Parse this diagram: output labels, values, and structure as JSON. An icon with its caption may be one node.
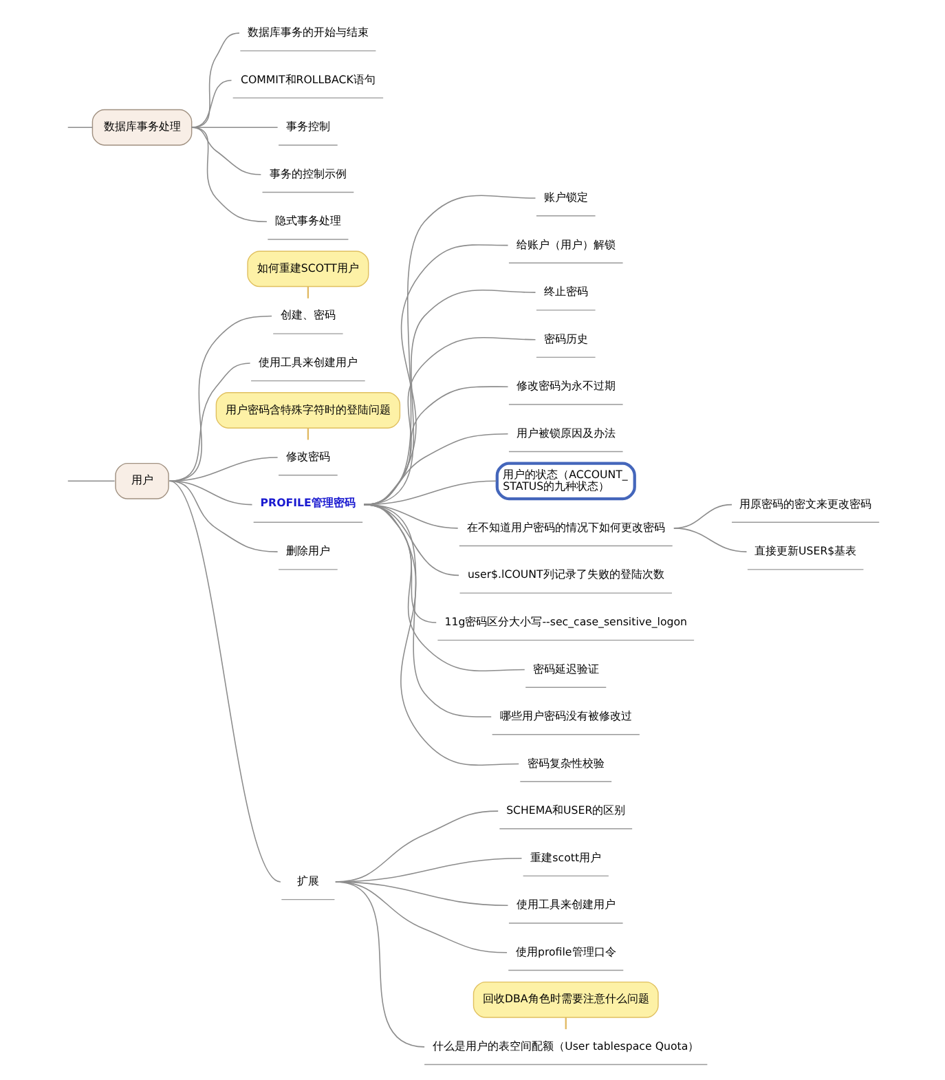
{
  "diagram": {
    "nodes": [
      {
        "text": [
          "数据库事务处理"
        ]
      },
      {
        "text": [
          "数据库事务的开始与结束"
        ]
      },
      {
        "text": [
          "COMMIT和ROLLBACK语句"
        ]
      },
      {
        "text": [
          "事务控制"
        ]
      },
      {
        "text": [
          "事务的控制示例"
        ]
      },
      {
        "text": [
          "隐式事务处理"
        ]
      },
      {
        "text": [
          "用户"
        ]
      },
      {
        "text": [
          "如何重建SCOTT用户"
        ]
      },
      {
        "text": [
          "创建、密码"
        ]
      },
      {
        "text": [
          "使用工具来创建用户"
        ]
      },
      {
        "text": [
          "用户密码含特殊字符时的登陆问题"
        ]
      },
      {
        "text": [
          "修改密码"
        ]
      },
      {
        "text": [
          "PROFILE管理密码"
        ]
      },
      {
        "text": [
          "账户锁定"
        ]
      },
      {
        "text": [
          "给账户（用户）解锁"
        ]
      },
      {
        "text": [
          "终止密码"
        ]
      },
      {
        "text": [
          "密码历史"
        ]
      },
      {
        "text": [
          "修改密码为永不过期"
        ]
      },
      {
        "text": [
          "用户被锁原因及办法"
        ]
      },
      {
        "text": [
          "用户的状态（ACCOUNT_STATUS的九种状态）"
        ]
      },
      {
        "text": [
          "在不知道用户密码的情况下如何更改密码"
        ]
      },
      {
        "text": [
          "用原密码的密文来更改密码"
        ]
      },
      {
        "text": [
          "直接更新USER$基表"
        ]
      },
      {
        "text": [
          "user$.lCOUNT列记录了失败的登陆次数"
        ]
      },
      {
        "text": [
          "11g密码区分大小写--sec_case_sensitive_logon"
        ]
      },
      {
        "text": [
          "密码延迟验证"
        ]
      },
      {
        "text": [
          "哪些用户密码没有被修改过"
        ]
      },
      {
        "text": [
          "密码复杂性校验"
        ]
      },
      {
        "text": [
          "删除用户"
        ]
      },
      {
        "text": [
          "扩展"
        ]
      },
      {
        "text": [
          "SCHEMA和USER的区别"
        ]
      },
      {
        "text": [
          "重建scott用户"
        ]
      },
      {
        "text": [
          "使用工具来创建用户"
        ]
      },
      {
        "text": [
          "使用profile管理口令"
        ]
      },
      {
        "text": [
          "回收DBA角色时需要注意什么问题"
        ]
      },
      {
        "text": [
          "什么是用户的表空间配额（User tablespace Quota）"
        ]
      }
    ],
    "edges": [
      {
        "from": null,
        "to": 0,
        "arrow": "none"
      },
      {
        "from": 0,
        "to": 1,
        "arrow": "none"
      },
      {
        "from": 0,
        "to": 2,
        "arrow": "none"
      },
      {
        "from": 0,
        "to": 3,
        "arrow": "none"
      },
      {
        "from": 0,
        "to": 4,
        "arrow": "none"
      },
      {
        "from": 0,
        "to": 5,
        "arrow": "none"
      },
      {
        "from": null,
        "to": 6,
        "arrow": "none"
      },
      {
        "from": 7,
        "to": 8,
        "arrow": "none",
        "color": "#e0b860"
      },
      {
        "from": 6,
        "to": 8,
        "arrow": "none"
      },
      {
        "from": 6,
        "to": 9,
        "arrow": "none"
      },
      {
        "from": 10,
        "to": 11,
        "arrow": "none",
        "color": "#e0b860"
      },
      {
        "from": 6,
        "to": 11,
        "arrow": "none"
      },
      {
        "from": 6,
        "to": 12,
        "arrow": "none"
      },
      {
        "from": 12,
        "to": 13,
        "arrow": "none"
      },
      {
        "from": 12,
        "to": 14,
        "arrow": "none"
      },
      {
        "from": 12,
        "to": 15,
        "arrow": "none"
      },
      {
        "from": 12,
        "to": 16,
        "arrow": "none"
      },
      {
        "from": 12,
        "to": 17,
        "arrow": "none"
      },
      {
        "from": 12,
        "to": 18,
        "arrow": "none"
      },
      {
        "from": 12,
        "to": 19,
        "arrow": "none"
      },
      {
        "from": 12,
        "to": 20,
        "arrow": "none"
      },
      {
        "from": 20,
        "to": 21,
        "arrow": "none"
      },
      {
        "from": 20,
        "to": 22,
        "arrow": "none"
      },
      {
        "from": 12,
        "to": 23,
        "arrow": "none"
      },
      {
        "from": 12,
        "to": 24,
        "arrow": "none"
      },
      {
        "from": 12,
        "to": 25,
        "arrow": "none"
      },
      {
        "from": 12,
        "to": 26,
        "arrow": "none"
      },
      {
        "from": 12,
        "to": 27,
        "arrow": "none"
      },
      {
        "from": 6,
        "to": 28,
        "arrow": "none"
      },
      {
        "from": 6,
        "to": 29,
        "arrow": "none"
      },
      {
        "from": 29,
        "to": 30,
        "arrow": "none"
      },
      {
        "from": 29,
        "to": 31,
        "arrow": "none"
      },
      {
        "from": 29,
        "to": 32,
        "arrow": "none"
      },
      {
        "from": 29,
        "to": 33,
        "arrow": "none"
      },
      {
        "from": 34,
        "to": 35,
        "arrow": "none",
        "color": "#e0b860"
      },
      {
        "from": 29,
        "to": 35,
        "arrow": "none"
      }
    ]
  }
}
